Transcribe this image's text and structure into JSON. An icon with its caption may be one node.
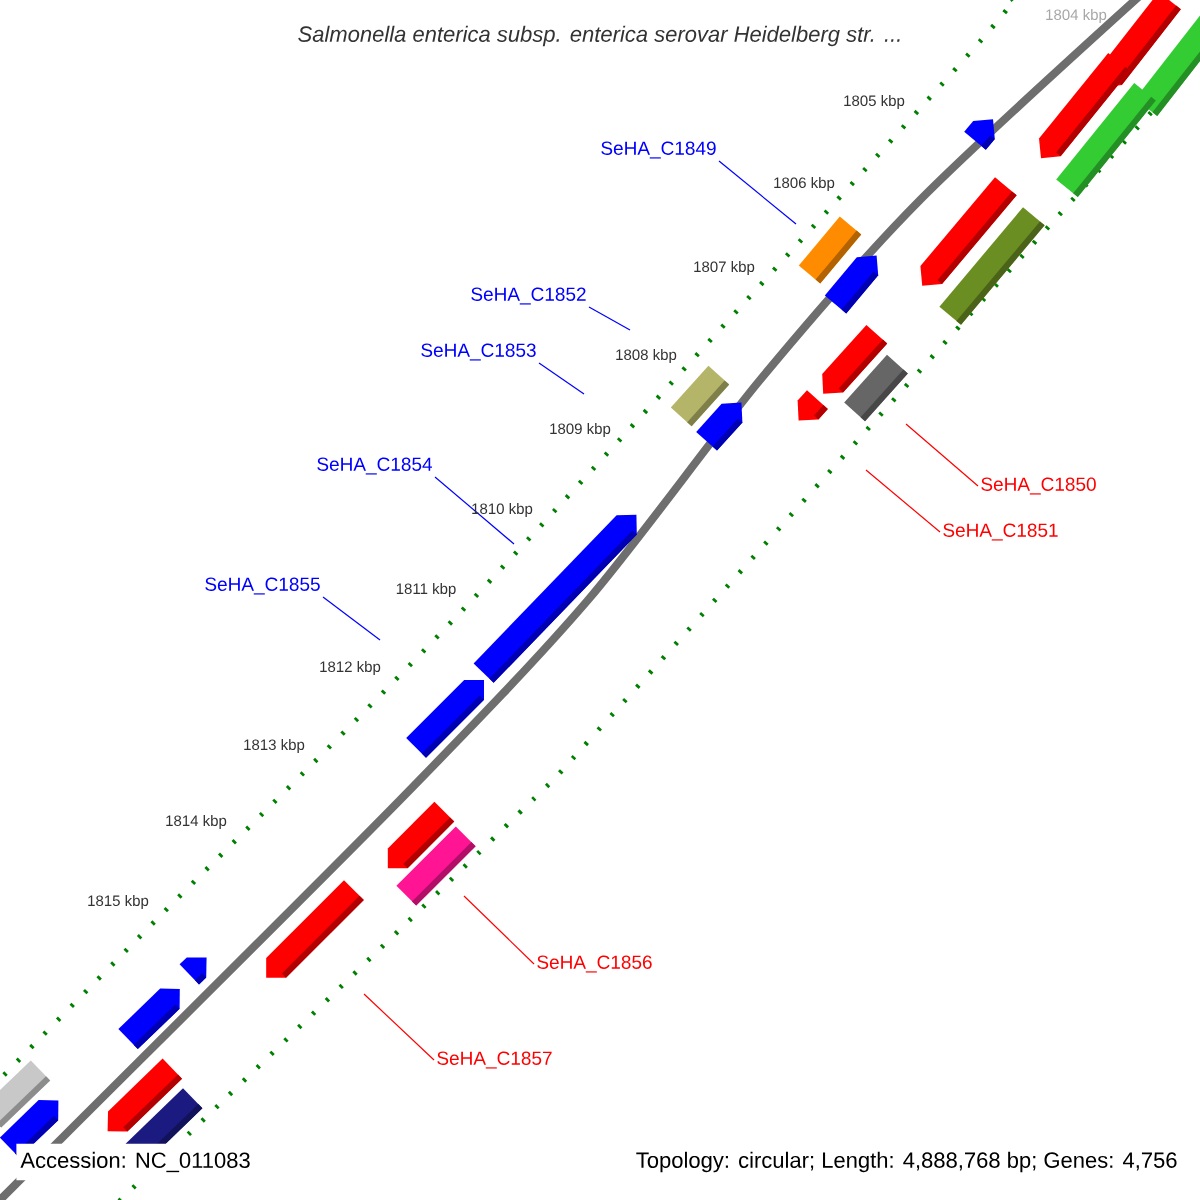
{
  "diagram": {
    "title": "Salmonella enterica subsp. enterica serovar Heidelberg str. ...",
    "nodes": [
      {
        "text": [
          "SeHA_C1849"
        ]
      },
      {
        "text": [
          "SeHA_C1852"
        ]
      },
      {
        "text": [
          "SeHA_C1853"
        ]
      },
      {
        "text": [
          "SeHA_C1854"
        ]
      },
      {
        "text": [
          "SeHA_C1850"
        ]
      },
      {
        "text": [
          "SeHA_C1851"
        ]
      },
      {
        "text": [
          "SeHA_C1855"
        ]
      },
      {
        "text": [
          "SeHA_C1856"
        ]
      },
      {
        "text": [
          "SeHA_C1857"
        ]
      }
    ],
    "edges": [
      {
        "from": 0,
        "to": null,
        "arrow": "none"
      },
      {
        "from": 1,
        "to": null,
        "arrow": "none"
      },
      {
        "from": 2,
        "to": null,
        "arrow": "none"
      },
      {
        "from": 3,
        "to": null,
        "arrow": "none"
      },
      {
        "from": 4,
        "to": null,
        "arrow": "none",
        "color": "#ff0000"
      },
      {
        "from": 5,
        "to": null,
        "arrow": "none",
        "color": "#ff0000"
      },
      {
        "from": 6,
        "to": null,
        "arrow": "none"
      },
      {
        "from": 7,
        "to": null,
        "arrow": "none",
        "color": "#ff0000"
      },
      {
        "from": 8,
        "to": null,
        "arrow": "none",
        "color": "#ff0000"
      }
    ],
    "labels": [
      "1804 kbp",
      "1805 kbp",
      "1806 kbp",
      "1807 kbp",
      "1808 kbp",
      "1809 kbp",
      "1810 kbp",
      "1811 kbp",
      "1812 kbp",
      "1813 kbp",
      "1814 kbp",
      "1815 kbp",
      "Accession: NC_011083",
      "Topology: circular; Length: 4,888,768 bp; Genes: 4,756"
    ]
  }
}
